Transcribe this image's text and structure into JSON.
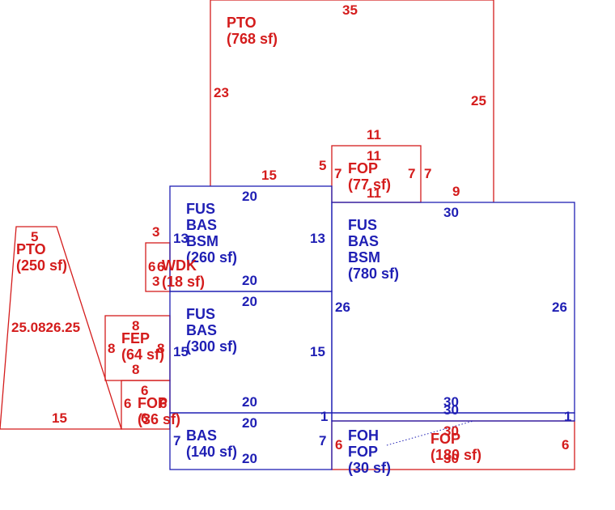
{
  "colors": {
    "red": "#d41c1c",
    "blue": "#1f1fb4",
    "background": "#ffffff"
  },
  "areas": {
    "pto_top": {
      "name": "PTO",
      "area": "(768 sf)"
    },
    "fop_77": {
      "name": "FOP",
      "area": "(77 sf)"
    },
    "upper_left": {
      "line1": "FUS",
      "line2": "BAS",
      "line3": "BSM",
      "area": "(260 sf)"
    },
    "upper_right": {
      "line1": "FUS",
      "line2": "BAS",
      "line3": "BSM",
      "area": "(780 sf)"
    },
    "pto_left": {
      "name": "PTO",
      "area": "(250 sf)"
    },
    "wdk": {
      "name": "WDK",
      "area": "(18 sf)"
    },
    "fep": {
      "name": "FEP",
      "area": "(64 sf)"
    },
    "mid_left": {
      "line1": "FUS",
      "line2": "BAS",
      "area": "(300 sf)"
    },
    "fop_36": {
      "name": "FOP",
      "area": "(36 sf)"
    },
    "bas_140": {
      "name": "BAS",
      "area": "(140 sf)"
    },
    "foh": {
      "line1": "FOH",
      "line2": "FOP",
      "area": "(30 sf)"
    },
    "fop_180": {
      "name": "FOP",
      "area": "(180 sf)"
    }
  },
  "dimensions": {
    "pto_top_35": "35",
    "pto_top_23": "23",
    "pto_top_25": "25",
    "pto_top_15": "15",
    "pto_top_5": "5",
    "pto_top_9": "9",
    "fop77_top1": "11",
    "fop77_top2": "11",
    "fop77_bottom": "11",
    "fop77_left": "7",
    "fop77_right1": "7",
    "fop77_right2": "7",
    "ul_top": "20",
    "ul_left": "13",
    "ul_right": "13",
    "ul_bottom": "20",
    "ur_top": "30",
    "ur_left": "26",
    "ur_right": "26",
    "pto_left_top": "5",
    "pto_left_sides": "25.0826.25",
    "pto_left_bottom": "15",
    "wdk_top": "3",
    "wdk_left": "6",
    "wdk_right": "6",
    "wdk_bottom": "3",
    "fep_top": "8",
    "fep_left": "8",
    "fep_right": "8",
    "fep_bottom": "8",
    "ml_top": "20",
    "ml_left": "15",
    "ml_right": "15",
    "ml_bottom": "20",
    "fop36_top": "6",
    "fop36_left": "6",
    "fop36_right": "6",
    "fop36_bottom": "6",
    "ur_bottom1": "30",
    "ur_bottom2": "30",
    "strip_left": "1",
    "strip_right": "1",
    "bas_top": "20",
    "bas_left": "7",
    "bas_right": "7",
    "bas_bottom": "20",
    "fop180_top": "30",
    "fop180_left": "6",
    "fop180_right": "6",
    "fop180_bottom": "30"
  }
}
